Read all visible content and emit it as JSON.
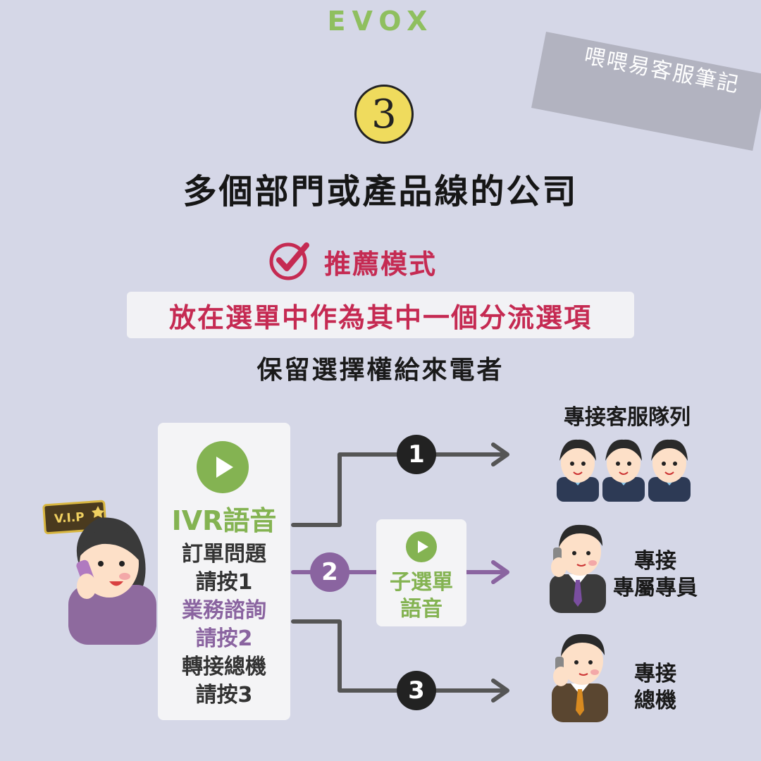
{
  "brand": {
    "logo": "EVOX",
    "tape_label": "喂喂易客服筆記"
  },
  "step": {
    "number": "3"
  },
  "title": "多個部門或產品線的公司",
  "recommend": {
    "label": "推薦模式"
  },
  "banner": "放在選單中作為其中一個分流選項",
  "subtitle": "保留選擇權給來電者",
  "caller": {
    "badge": "V.I.P"
  },
  "ivr": {
    "title": "IVR語音",
    "lines": [
      "訂單問題",
      "請按1",
      "業務諮詢",
      "請按2",
      "轉接總機",
      "請按3"
    ]
  },
  "options": [
    {
      "number": "1",
      "destination": [
        "專接客服隊列"
      ]
    },
    {
      "number": "2",
      "destination": [
        "專接",
        "專屬專員"
      ]
    },
    {
      "number": "3",
      "destination": [
        "專接",
        "總機"
      ]
    }
  ],
  "sub_menu": {
    "lines": [
      "子選單",
      "語音"
    ]
  },
  "colors": {
    "background": "#d5d7e7",
    "green": "#84b352",
    "red": "#c52a52",
    "purple": "#8a64a0",
    "dark": "#222222",
    "yellow": "#efdb5d"
  }
}
